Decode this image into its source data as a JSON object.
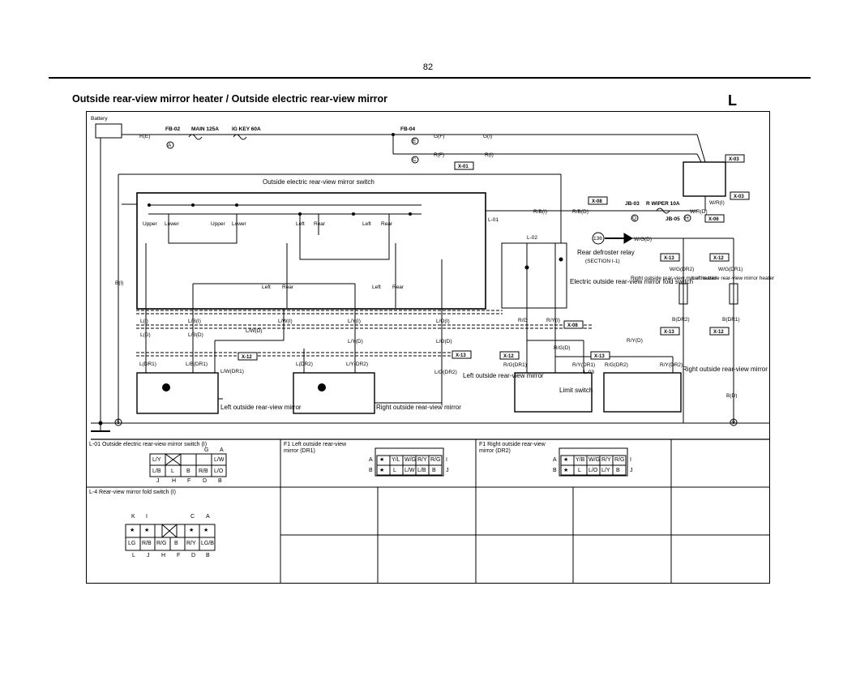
{
  "page": {
    "number": "82",
    "title": "Outside rear-view mirror heater / Outside electric rear-view mirror",
    "section_letter": "L"
  },
  "diagram": {
    "battery": "Battery",
    "fuses": {
      "fb02": "FB-02",
      "main": "MAIN 125A",
      "ig_key": "IG KEY 60A",
      "fb04": "FB-04",
      "jb03": "JB-03",
      "r_wiper": "R WIPER 10A",
      "jb05": "JB-05"
    },
    "nodes": {
      "a": "A",
      "e": "E",
      "c": "C",
      "q": "Q",
      "h": "H",
      "n136": "136",
      "g5": "5",
      "g9": "9"
    },
    "connectors": [
      "X-03",
      "X-01",
      "X-08",
      "X-03",
      "X-06",
      "X-13",
      "X-12",
      "X-08",
      "X-12",
      "X-13",
      "X-12",
      "X-13",
      "X-13",
      "X-12"
    ],
    "components": {
      "switch": "Outside electric rear-view mirror switch",
      "relay": "Rear defroster relay",
      "relay_section": "(SECTION I-1)",
      "fold_switch": "Electric outside rear-view mirror fold switch",
      "right_heater": "Right outside rear-view mirror heater",
      "left_heater": "Left outside rear-view mirror heater",
      "left_mirror": "Left outside rear-view mirror",
      "right_mirror": "Right outside rear-view mirror",
      "left_fold_mirror": "Left outside rear-view mirror",
      "right_fold_mirror": "Right outside rear-view mirror",
      "limit_switch": "Limit switch"
    },
    "wire_labels": [
      "R(E)",
      "G(F)",
      "G(I)",
      "R(F)",
      "R(I)",
      "B(I)",
      "R/B(I)",
      "R/B(D)",
      "W/R(I)",
      "W/R(D)",
      "W/G(D)",
      "W/G(DR2)",
      "W/G(DR1)",
      "B(DR2)",
      "B(DR1)",
      "B(D)",
      "L(I)",
      "L/B(I)",
      "L/W(I)",
      "L/Y(I)",
      "L/O(I)",
      "L(D)",
      "L/B(D)",
      "L/W(D)",
      "L/Y(D)",
      "L/O(D)",
      "L(DR1)",
      "L/B(DR1)",
      "L/W(DR1)",
      "L(DR2)",
      "L/Y(DR2)",
      "L/O(DR2)",
      "R/G",
      "R/Y(I)",
      "R/G(D)",
      "R/Y(D)",
      "R/G(DR1)",
      "R/Y(DR1)",
      "R/G(DR2)",
      "R/Y(DR2)",
      "L-01",
      "L-02",
      "L-03"
    ],
    "switch_labels": [
      "Upper",
      "Lower",
      "Upper",
      "Lower",
      "Left",
      "Rear",
      "Left",
      "Rear",
      "Left",
      "Rear",
      "Left",
      "Rear"
    ]
  },
  "connector_views": [
    {
      "title": "L-01 Outside electric rear-view mirror switch (I)",
      "top_letters": [
        "G",
        "A"
      ],
      "row1": [
        "L/Y",
        "",
        "L/W"
      ],
      "row2": [
        "L/B",
        "L",
        "B",
        "R/B",
        "L/O"
      ],
      "bottom_letters": [
        "J",
        "H",
        "F",
        "D",
        "B"
      ]
    },
    {
      "title": "F1 Left outside rear-view mirror (DR1)",
      "row_letters": [
        "A",
        "B"
      ],
      "row1": [
        "★",
        "Y/L",
        "W/G",
        "R/Y",
        "R/G"
      ],
      "row2": [
        "★",
        "L",
        "L/W",
        "L/B",
        "B"
      ],
      "right_letters": [
        "I",
        "J"
      ]
    },
    {
      "title": "F1 Right outside rear-view mirror (DR2)",
      "row_letters": [
        "A",
        "B"
      ],
      "row1": [
        "★",
        "Y/B",
        "W/G",
        "R/Y",
        "R/G"
      ],
      "row2": [
        "★",
        "L",
        "L/O",
        "L/Y",
        "B"
      ],
      "right_letters": [
        "I",
        "J"
      ]
    },
    {
      "title": "L-4 Rear-view mirror fold switch (I)",
      "top_letters": [
        "K",
        "I",
        "C",
        "A"
      ],
      "row1": [
        "★",
        "★",
        "",
        "★",
        "★"
      ],
      "row2": [
        "LG",
        "R/B",
        "R/G",
        "B",
        "R/Y",
        "LG/B"
      ],
      "bottom_letters": [
        "L",
        "J",
        "H",
        "F",
        "D",
        "B"
      ]
    }
  ],
  "colors": {
    "ink": "#000000",
    "paper": "#ffffff"
  }
}
